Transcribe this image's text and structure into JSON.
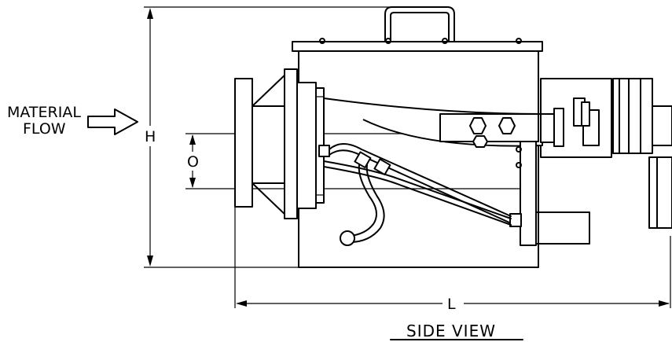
{
  "labels": {
    "material_flow_line1": "MATERIAL",
    "material_flow_line2": "FLOW",
    "dim_height": "H",
    "dim_outlet": "O",
    "dim_length": "L",
    "view_title": "SIDE VIEW"
  },
  "colors": {
    "line": "#000000",
    "background": "#ffffff"
  }
}
